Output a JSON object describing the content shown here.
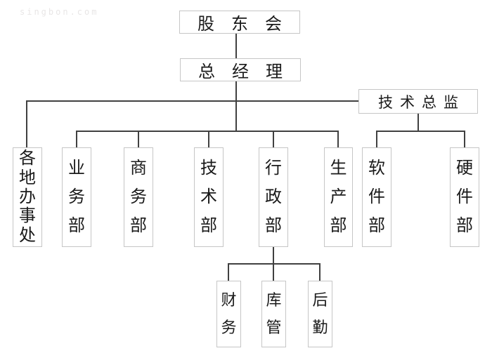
{
  "watermark": "singbon.com",
  "org": {
    "root": "股东会",
    "general_manager": "总经理",
    "tech_director": "技术总监",
    "departments": [
      "各地办事处",
      "业务部",
      "商务部",
      "技术部",
      "行政部",
      "生产部"
    ],
    "tech_director_departments": [
      "软件部",
      "硬件部"
    ],
    "admin_sub_departments": [
      "财务",
      "库管",
      "后勤"
    ]
  },
  "colors": {
    "connector": "#404040",
    "box_border": "#c6c6c6",
    "text": "#1a1a1a",
    "watermark_text": "#e8e6e6"
  }
}
